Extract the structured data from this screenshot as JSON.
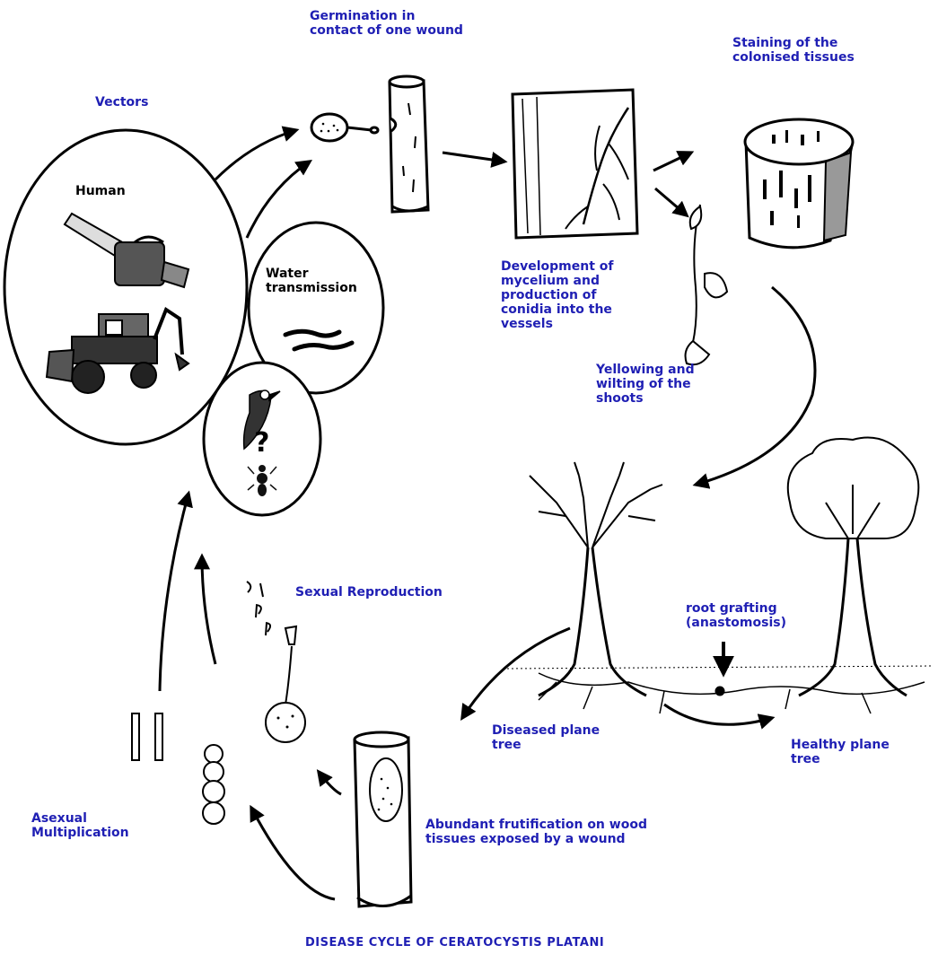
{
  "labels": {
    "germination": "Germination in\ncontact of one wound",
    "staining": "Staining of the\ncolonised tissues",
    "vectors": "Vectors",
    "human": "Human",
    "water": "Water\ntransmission",
    "development": "Development of\nmycelium and\nproduction of\nconidia into the\nvessels",
    "yellowing": "Yellowing and\nwilting of the\nshoots",
    "sexual": "Sexual Reproduction",
    "root_grafting": "root grafting\n(anastomosis)",
    "diseased": "Diseased plane\ntree",
    "healthy": "Healthy plane\ntree",
    "asexual": "Asexual\nMultiplication",
    "abundant": "Abundant frutification on wood\ntissues exposed by a wound",
    "question_mark": "?",
    "title": "DISEASE CYCLE OF CERATOCYSTIS PLATANI"
  },
  "colors": {
    "label": "#1f1fb4",
    "line": "#000000"
  }
}
